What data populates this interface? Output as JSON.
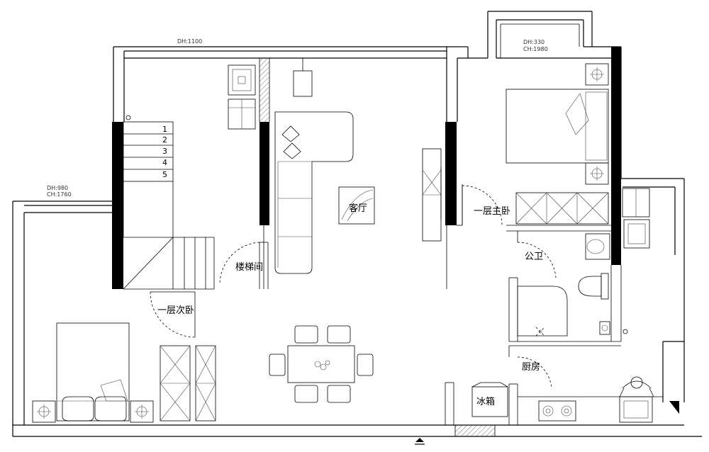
{
  "rooms": {
    "living": "客厅",
    "master_bedroom": "一层主卧",
    "second_bedroom": "一层次卧",
    "stairwell": "楼梯间",
    "bathroom": "公卫",
    "kitchen": "厨房",
    "fridge": "冰箱"
  },
  "dimensions": {
    "top_window": "DH:1100",
    "master_window_dh": "DH:330",
    "master_window_ch": "CH:1980",
    "left_window_dh": "DH:980",
    "left_window_ch": "CH:1760"
  },
  "stairs": [
    "1",
    "2",
    "3",
    "4",
    "5"
  ]
}
